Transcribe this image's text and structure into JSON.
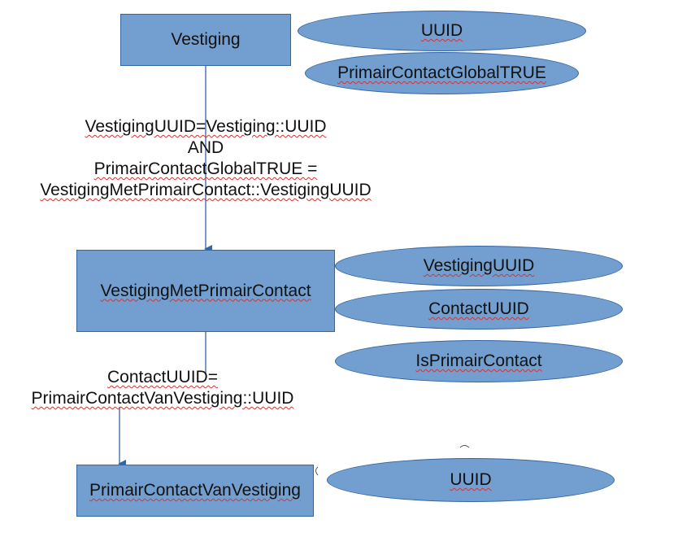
{
  "entities": {
    "vestiging": "Vestiging",
    "vestiging_met_primair_contact": "VestigingMetPrimairContact",
    "primair_contact_van_vestiging": "PrimairContactVanVestiging"
  },
  "attributes": {
    "vestiging": [
      "UUID",
      "PrimairContactGlobalTRUE"
    ],
    "vestiging_met_primair_contact": [
      "VestigingUUID",
      "ContactUUID",
      "IsPrimairContact"
    ],
    "primair_contact_van_vestiging": [
      "UUID"
    ]
  },
  "relations": {
    "vestiging_to_vmpc": [
      "VestigingUUID=Vestiging::UUID",
      "AND",
      "PrimairContactGlobalTRUE =",
      "VestigingMetPrimairContact::VestigingUUID"
    ],
    "vmpc_to_pcvv": [
      "ContactUUID=",
      "PrimairContactVanVestiging::UUID"
    ]
  },
  "colors": {
    "shape_fill": "#729fcf",
    "shape_border": "#3465a4",
    "connector": "#3465a4",
    "spellcheck_underline": "#d63333"
  }
}
